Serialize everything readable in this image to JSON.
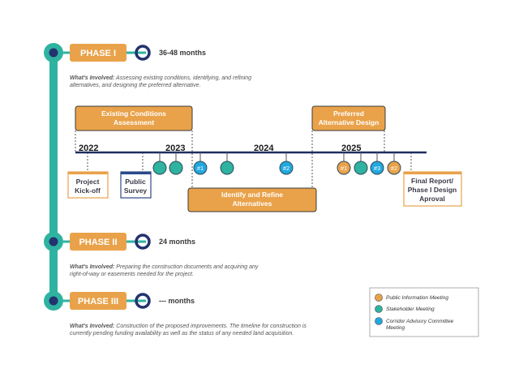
{
  "colors": {
    "teal": "#2fb3a1",
    "navy": "#23336e",
    "orange": "#e9a24a",
    "cyan": "#20a8df",
    "timeline": "#1f2d5e",
    "milestone_border_orange": "#e9a24a",
    "milestone_border_navy": "#2b4a8a"
  },
  "phases": [
    {
      "label": "PHASE I",
      "duration": "36-48 months",
      "involved_label": "What's Involved:",
      "description_lines": [
        "Assessing existing conditions, identifying, and refining",
        "alternatives, and designing the preferred alternative."
      ]
    },
    {
      "label": "PHASE II",
      "duration": "24 months",
      "involved_label": "What's Involved:",
      "description_lines": [
        "Preparing the construction documents and acquiring any",
        "right-of-way or easements needed for the project."
      ]
    },
    {
      "label": "PHASE III",
      "duration": "--- months",
      "involved_label": "What's Involved:",
      "description_lines": [
        "Construction of the proposed improvements. The timeline for construction is",
        "currently pending funding availability as well as the status of any needed land acquisition."
      ]
    }
  ],
  "years": [
    "2022",
    "2023",
    "2024",
    "2025"
  ],
  "task_boxes": {
    "existing": [
      "Existing Conditions",
      "Assessment"
    ],
    "preferred": [
      "Preferred",
      "Alternative Design"
    ],
    "identify": [
      "Identify and Refine",
      "Alternatives"
    ]
  },
  "milestones": {
    "kickoff": [
      "Project",
      "Kick-off"
    ],
    "survey": [
      "Public",
      "Survey"
    ],
    "final": [
      "Final Report/",
      "Phase I Design",
      "Aproval"
    ]
  },
  "meetings": [
    {
      "type": "stakeholder",
      "label": ""
    },
    {
      "type": "stakeholder",
      "label": ""
    },
    {
      "type": "corridor",
      "label": "#1"
    },
    {
      "type": "stakeholder",
      "label": ""
    },
    {
      "type": "corridor",
      "label": "#2"
    },
    {
      "type": "public",
      "label": "#1"
    },
    {
      "type": "stakeholder",
      "label": ""
    },
    {
      "type": "corridor",
      "label": "#3"
    },
    {
      "type": "public",
      "label": "#2"
    }
  ],
  "legend": [
    {
      "type": "public",
      "color": "#e9a24a",
      "lines": [
        "Public Information Meeting"
      ]
    },
    {
      "type": "stakeholder",
      "color": "#2fb3a1",
      "lines": [
        "Stakeholder Meeting"
      ]
    },
    {
      "type": "corridor",
      "color": "#20a8df",
      "lines": [
        "Corridor Advisory Committee",
        "Meeting"
      ]
    }
  ]
}
